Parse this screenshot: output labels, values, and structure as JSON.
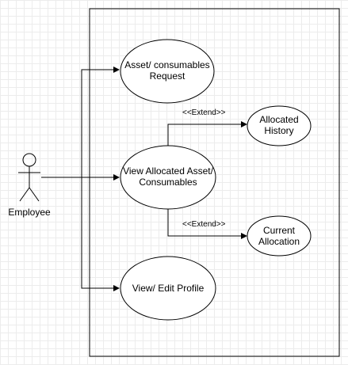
{
  "actor": {
    "name": "Employee"
  },
  "use_cases": {
    "request": "Asset/ consumables\nRequest",
    "view_allocated": "View Allocated Asset/\nConsumables",
    "edit_profile": "View/ Edit Profile",
    "allocated_history": "Allocated\nHistory",
    "current_allocation": "Current\nAllocation"
  },
  "relations": {
    "extend_history": "<<Extend>>",
    "extend_current": "<<Extend>>"
  }
}
